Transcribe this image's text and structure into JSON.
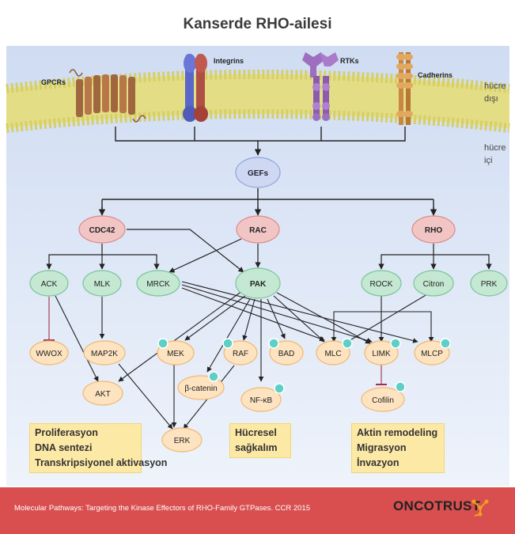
{
  "title": "Kanserde RHO-ailesi",
  "receptors": {
    "gpcrs": "GPCRs",
    "integrins": "Integrins",
    "rtks": "RTKs",
    "cadherins": "Cadherins"
  },
  "regions": {
    "outside_1": "hücre",
    "outside_2": "dışı",
    "inside_1": "hücre",
    "inside_2": "içi"
  },
  "nodes": {
    "gefs": "GEFs",
    "cdc42": "CDC42",
    "rac": "RAC",
    "rho": "RHO",
    "ack": "ACK",
    "mlk": "MLK",
    "mrck": "MRCK",
    "pak": "PAK",
    "rock": "ROCK",
    "citron": "Citron",
    "prk": "PRK",
    "wwox": "WWOX",
    "map2k": "MAP2K",
    "mek": "MEK",
    "raf": "RAF",
    "bad": "BAD",
    "mlc": "MLC",
    "limk": "LIMK",
    "mlcp": "MLCP",
    "akt": "AKT",
    "bcatenin": "β-catenin",
    "nfkb": "NF-κB",
    "cofilin": "Cofilin",
    "erk": "ERK"
  },
  "outcomes": {
    "prolif": [
      "Proliferasyon",
      "DNA sentezi",
      "Transkripsiyonel aktivasyon"
    ],
    "survival": [
      "Hücresel",
      "sağkalım"
    ],
    "actin": [
      "Aktin remodeling",
      "Migrasyon",
      "İnvazyon"
    ]
  },
  "footer": {
    "reference": "Molecular Pathways: Targeting the Kinase Effectors of RHO-Family GTPases. CCR 2015",
    "logo_part1": "ONCO",
    "logo_part2": "TRUST"
  },
  "colors": {
    "cytoplasm": "#dfe9f7",
    "membrane": "#e6e18a",
    "red_node": "#f2c5c5",
    "green_node": "#c5e8d2",
    "orange_node": "#fde3c0",
    "gef_node": "#cfd8f2",
    "phospho": "#5ecfc7",
    "footer": "#d94f4f",
    "logo_accent": "#f0a020"
  }
}
